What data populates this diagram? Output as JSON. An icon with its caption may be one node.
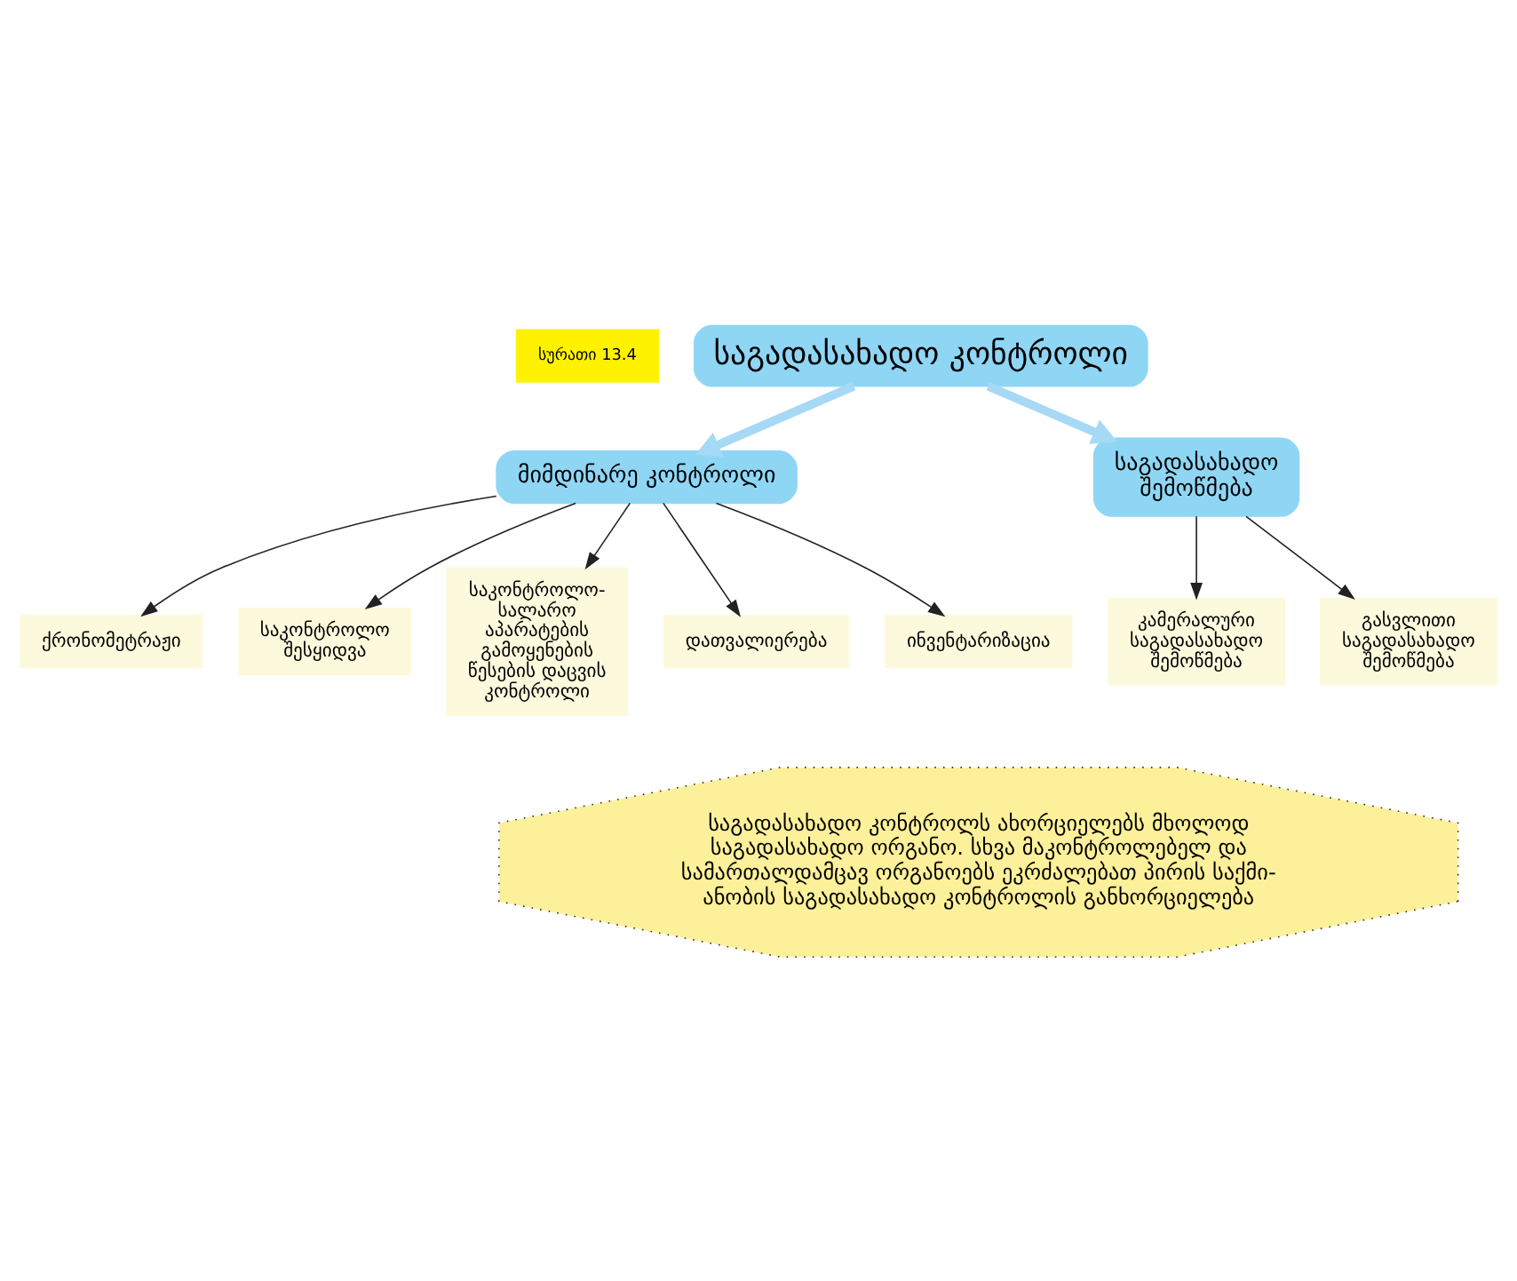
{
  "diagram": {
    "nodes": [
      {
        "text": [
          "საგადასახადო კონტროლი"
        ]
      },
      {
        "text": [
          "მიმდინარე კონტროლი"
        ]
      },
      {
        "text": [
          "საგადასახადო შემოწმება"
        ]
      },
      {
        "text": [
          "ქრონომეტრაჟი"
        ]
      },
      {
        "text": [
          "საკონტროლო შესყიდვა"
        ]
      },
      {
        "text": [
          "საკონტროლო- სალარო აპარატების გამოყენების წესების დაცვის კონტროლი"
        ]
      },
      {
        "text": [
          "დათვალიერება"
        ]
      },
      {
        "text": [
          "ინვენტარიზაცია"
        ]
      },
      {
        "text": [
          "კამერალური საგადასახადო შემოწმება"
        ]
      },
      {
        "text": [
          "გასვლითი საგადასახადო შემოწმება"
        ]
      },
      {
        "text": [
          "საგადასახადო კონტროლს ახორციელებს მხოლოდ საგადასახადო ორგანო. სხვა მაკონტროლებელ და სამართალდამცავ ორგანოებს ეკრძალებათ პირის საქმი- ანობის საგადასახადო კონტროლის განხორციელება"
        ]
      }
    ],
    "edges": [
      {
        "from": 0,
        "to": 1,
        "arrow": "to",
        "style": "thick",
        "color": "#a6d9f5"
      },
      {
        "from": 0,
        "to": 2,
        "arrow": "to",
        "style": "thick",
        "color": "#a6d9f5"
      },
      {
        "from": 1,
        "to": 3,
        "arrow": "to"
      },
      {
        "from": 1,
        "to": 4,
        "arrow": "to"
      },
      {
        "from": 1,
        "to": 5,
        "arrow": "to"
      },
      {
        "from": 1,
        "to": 6,
        "arrow": "to"
      },
      {
        "from": 1,
        "to": 7,
        "arrow": "to"
      },
      {
        "from": 2,
        "to": 8,
        "arrow": "to"
      },
      {
        "from": 2,
        "to": 9,
        "arrow": "to"
      }
    ],
    "labels": [
      "სურათი 13.4"
    ]
  }
}
